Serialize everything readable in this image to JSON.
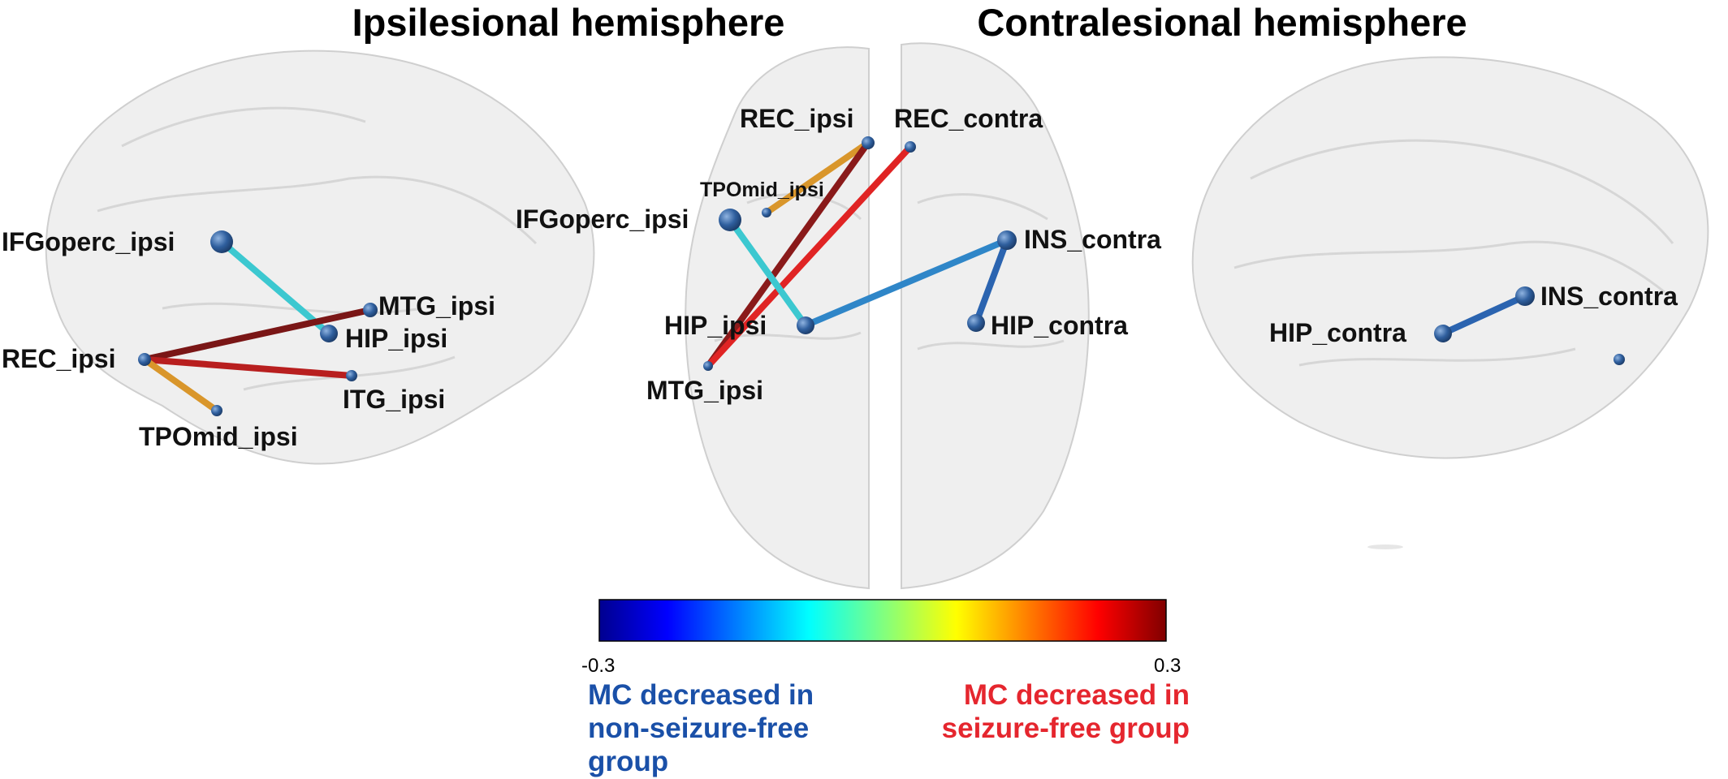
{
  "headings": {
    "ipsilesional": "Ipsilesional hemisphere",
    "contralesional": "Contralesional hemisphere"
  },
  "left_view": {
    "labels": {
      "ifgoperc": "IFGoperc_ipsi",
      "mtg": "MTG_ipsi",
      "hip": "HIP_ipsi",
      "rec": "REC_ipsi",
      "itg": "ITG_ipsi",
      "tpomid": "TPOmid_ipsi"
    }
  },
  "center_view": {
    "labels": {
      "rec_ipsi": "REC_ipsi",
      "rec_contra": "REC_contra",
      "tpomid_ipsi": "TPOmid_ipsi",
      "ifgoperc_ipsi": "IFGoperc_ipsi",
      "ins_contra": "INS_contra",
      "hip_ipsi": "HIP_ipsi",
      "hip_contra": "HIP_contra",
      "mtg_ipsi": "MTG_ipsi"
    }
  },
  "right_view": {
    "labels": {
      "ins_contra": "INS_contra",
      "hip_contra": "HIP_contra"
    }
  },
  "colorbar": {
    "min_label": "-0.3",
    "max_label": "0.3",
    "scale": "jet"
  },
  "captions": {
    "blue": [
      "MC decreased in",
      "non-seizure-free",
      "group"
    ],
    "red": [
      "MC decreased in",
      "seizure-free group"
    ]
  },
  "colors": {
    "node": "#2f5f9e",
    "cyan_edge": "#3cc8d0",
    "blue_edge": "#2f86c8",
    "dark_blue_edge": "#2b64b0",
    "dark_red_edge": "#7a1616",
    "red_edge": "#e02424",
    "orange_edge": "#d9962b",
    "caption_blue": "#1a50a8",
    "caption_red": "#e5262e"
  }
}
